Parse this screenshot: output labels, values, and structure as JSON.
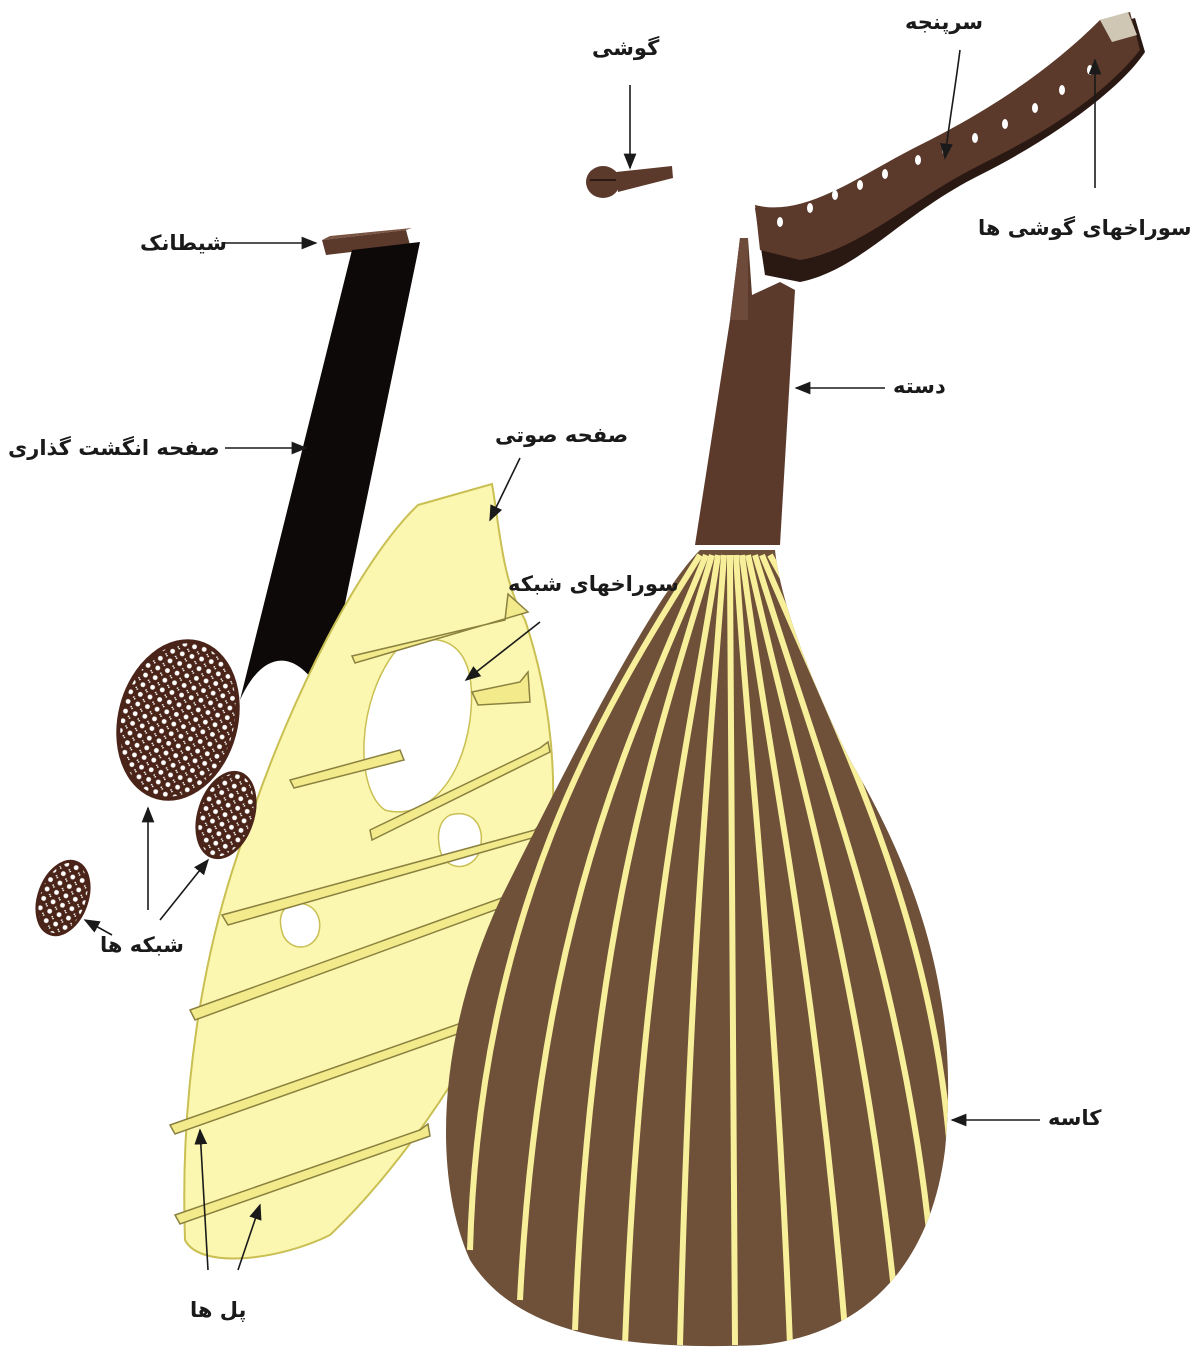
{
  "figure": {
    "background": "#ffffff",
    "colors": {
      "wood_dark": "#5b3a2c",
      "wood_shadow": "#2a1812",
      "fingerboard": "#0d0909",
      "soundboard": "#fbf7b0",
      "soundboard_edge": "#c9bf52",
      "bowl": "#6e5138",
      "bowl_rib": "#f7ef9a",
      "rosette": "#4a2418",
      "ink": "#1a1a1a"
    }
  },
  "labels": {
    "peg": "گوشی",
    "pegbox": "سرپنجه",
    "peg_holes": "سوراخهای گوشی ها",
    "nut": "شیطانک",
    "neck": "دسته",
    "fingerboard": "صفحه انگشت گذاری",
    "soundboard": "صفحه صوتی",
    "rosette_holes": "سوراخهای شبکه",
    "rosettes": "شبکه ها",
    "bowl": "کاسه",
    "bars": "پل ها"
  }
}
